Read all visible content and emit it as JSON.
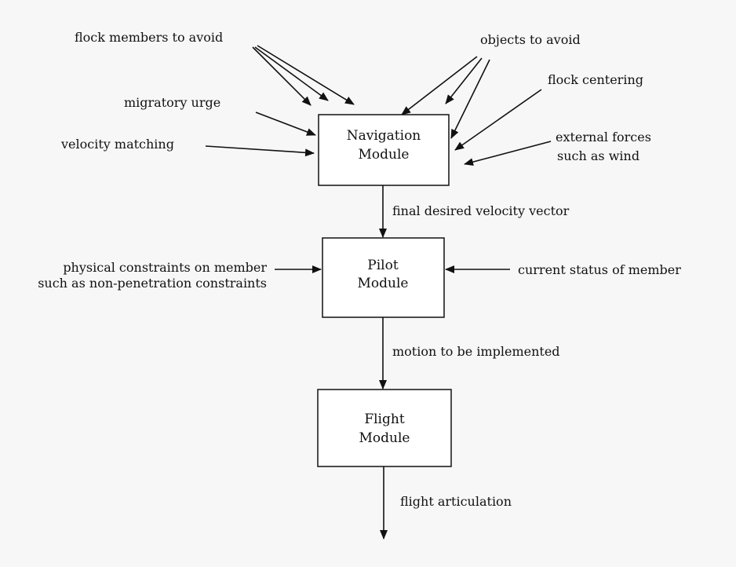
{
  "modules": {
    "navigation": {
      "line1": "Navigation",
      "line2": "Module"
    },
    "pilot": {
      "line1": "Pilot",
      "line2": "Module"
    },
    "flight": {
      "line1": "Flight",
      "line2": "Module"
    }
  },
  "inputs": {
    "flock_members_to_avoid": "flock members to avoid",
    "objects_to_avoid": "objects to avoid",
    "migratory_urge": "migratory urge",
    "flock_centering": "flock centering",
    "velocity_matching": "velocity matching",
    "external_forces_line1": "external forces",
    "external_forces_line2": "such as wind",
    "physical_constraints_line1": "physical constraints on member",
    "physical_constraints_line2": "such as non-penetration constraints",
    "current_status": "current status of member"
  },
  "flows": {
    "final_desired_velocity": "final desired velocity vector",
    "motion_to_be_implemented": "motion to be implemented",
    "flight_articulation": "flight articulation"
  }
}
